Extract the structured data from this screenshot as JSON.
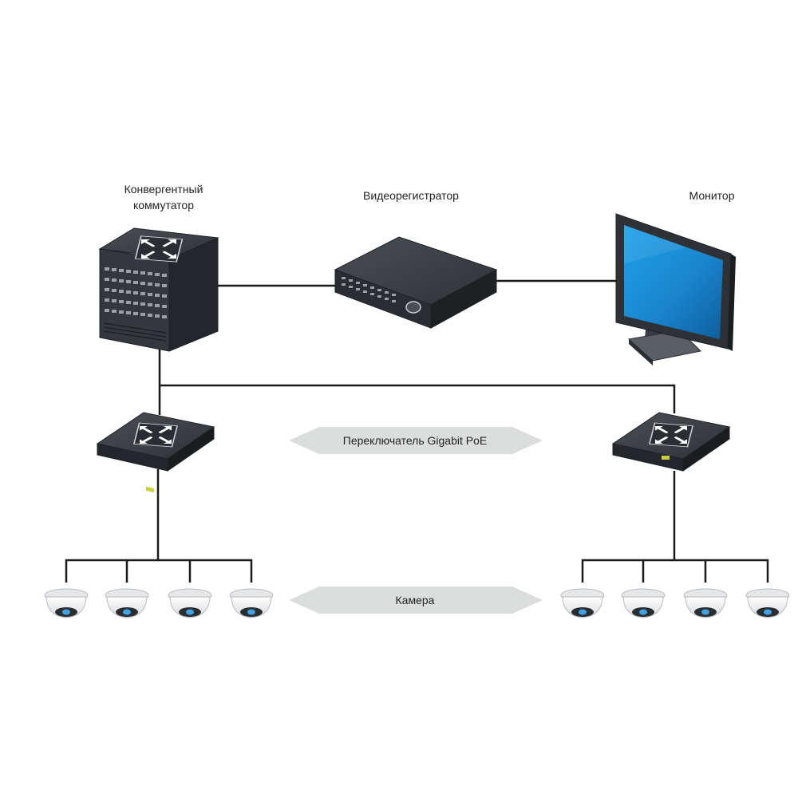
{
  "labels": {
    "core_switch_line1": "Конвергентный",
    "core_switch_line2": "коммутатор",
    "nvr": "Видеорегистратор",
    "monitor": "Монитор",
    "poe_switch": "Переключатель Gigabit PoE",
    "camera": "Камера"
  },
  "colors": {
    "line": "#1a1a1a",
    "device_dark": "#2b2e31",
    "device_top": "#3f4347",
    "screen_blue": "#1e8fd6",
    "callout_fill": "#dcdede",
    "camera_dome": "#f1f2f3"
  },
  "icons": {
    "switch_symbol": "four-arrows-icon",
    "camera": "dome-camera-icon"
  }
}
